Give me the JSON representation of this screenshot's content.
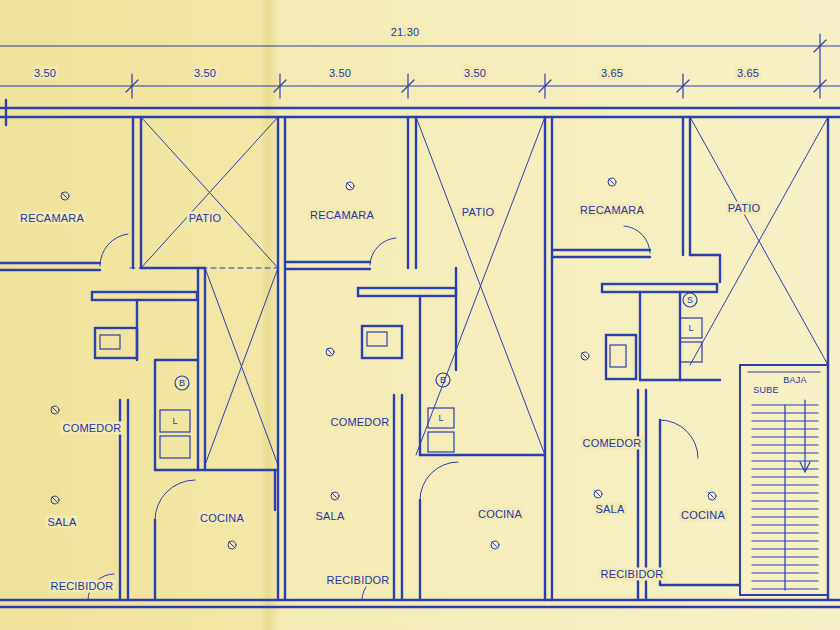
{
  "diagram": {
    "labels": [
      "21.30",
      "3.50",
      "3.50",
      "3.50",
      "3.50",
      "3.65",
      "3.65",
      "RECAMARA",
      "PATIO",
      "COMEDOR",
      "SALA",
      "COCINA",
      "RECIBIDOR",
      "B",
      "L",
      "RECAMARA",
      "PATIO",
      "COMEDOR",
      "SALA",
      "COCINA",
      "RECIBIDOR",
      "B",
      "L",
      "RECAMARA",
      "PATIO",
      "COMEDOR",
      "SALA",
      "COCINA",
      "RECIBIDOR",
      "S",
      "L",
      "SUBE",
      "BAJA"
    ]
  }
}
